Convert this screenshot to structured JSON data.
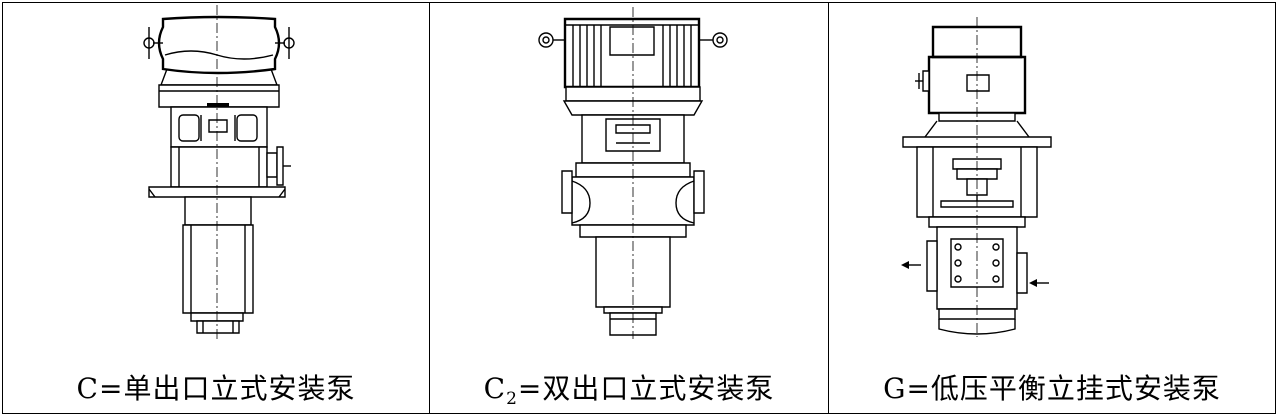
{
  "panels": [
    {
      "id": "C",
      "prefix": "C",
      "subscript": "",
      "suffix": "=单出口立式安装泵"
    },
    {
      "id": "C2",
      "prefix": "C",
      "subscript": "2",
      "suffix": "=双出口立式安装泵"
    },
    {
      "id": "G",
      "prefix": "G",
      "subscript": "",
      "suffix": "=低压平衡立挂式安装泵"
    }
  ]
}
